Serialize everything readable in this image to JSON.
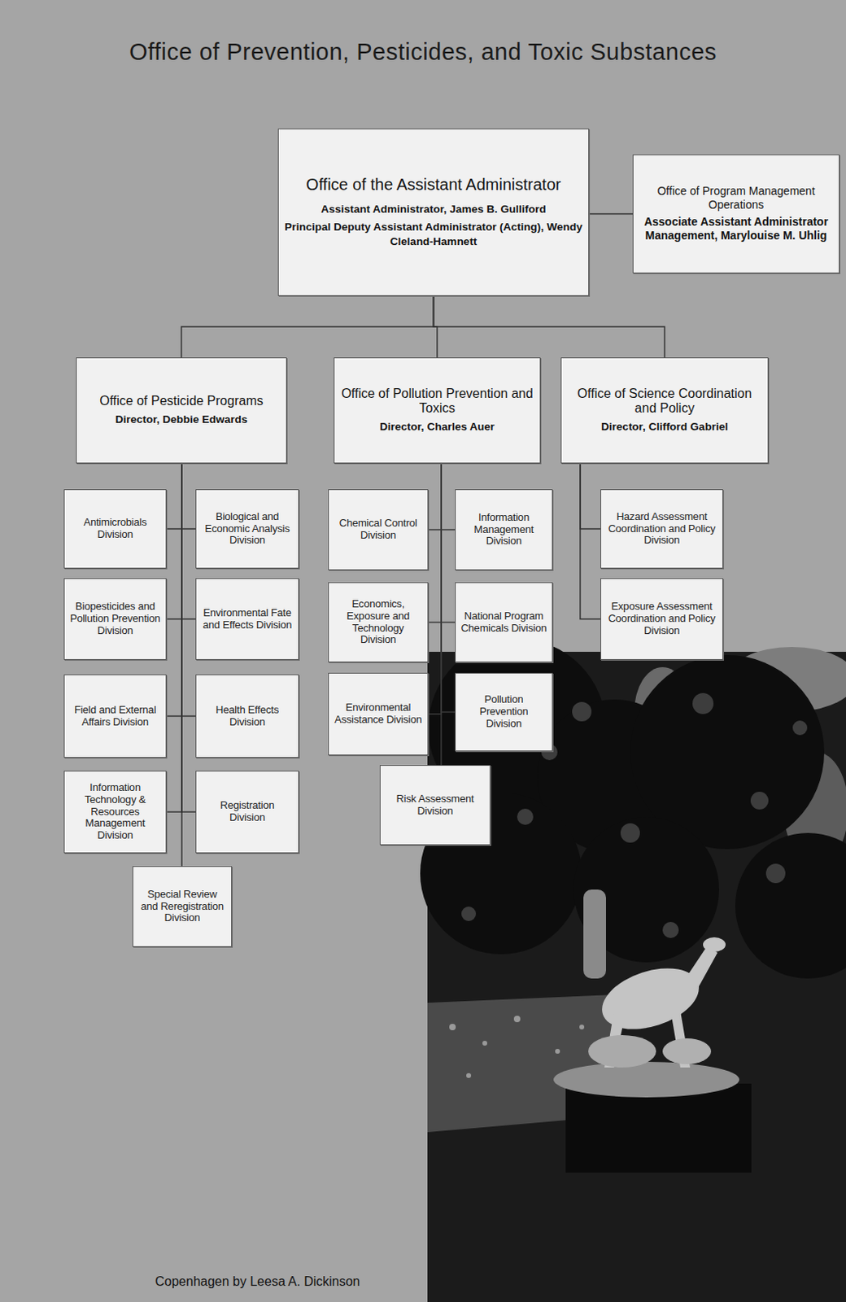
{
  "diagram": {
    "title": "Office of Prevention, Pesticides, and Toxic Substances",
    "caption": "Copenhagen by Leesa A. Dickinson",
    "nodes": [
      {
        "text": [
          "Office of the Assistant Administrator",
          "Assistant Administrator, James B. Gulliford",
          "Principal Deputy Assistant Administrator (Acting), Wendy Cleland-Hamnett"
        ]
      },
      {
        "text": [
          "Office of Program Management Operations",
          "Associate Assistant Administrator Management, Marylouise M. Uhlig"
        ]
      },
      {
        "text": [
          "Office of Pesticide Programs",
          "Director, Debbie Edwards"
        ]
      },
      {
        "text": [
          "Office of Pollution Prevention and Toxics",
          "Director, Charles Auer"
        ]
      },
      {
        "text": [
          "Office of Science Coordination and Policy",
          "Director, Clifford Gabriel"
        ]
      },
      {
        "text": [
          "Antimicrobials Division"
        ]
      },
      {
        "text": [
          "Biological and Economic Analysis Division"
        ]
      },
      {
        "text": [
          "Biopesticides and Pollution Prevention Division"
        ]
      },
      {
        "text": [
          "Environmental Fate and Effects Division"
        ]
      },
      {
        "text": [
          "Field and External Affairs Division"
        ]
      },
      {
        "text": [
          "Health Effects Division"
        ]
      },
      {
        "text": [
          "Information Technology & Resources Management Division"
        ]
      },
      {
        "text": [
          "Registration Division"
        ]
      },
      {
        "text": [
          "Special Review and Reregistration Division"
        ]
      },
      {
        "text": [
          "Chemical Control Division"
        ]
      },
      {
        "text": [
          "Information Management Division"
        ]
      },
      {
        "text": [
          "Economics, Exposure and Technology Division"
        ]
      },
      {
        "text": [
          "National Program Chemicals Division"
        ]
      },
      {
        "text": [
          "Environmental Assistance Division"
        ]
      },
      {
        "text": [
          "Pollution Prevention Division"
        ]
      },
      {
        "text": [
          "Risk Assessment Division"
        ]
      },
      {
        "text": [
          "Hazard Assessment Coordination and Policy Division"
        ]
      },
      {
        "text": [
          "Exposure Assessment Coordination and Policy Division"
        ]
      }
    ],
    "edges": [
      {
        "from": 0,
        "to": 1,
        "arrow": "none"
      },
      {
        "from": 0,
        "to": 2,
        "arrow": "none"
      },
      {
        "from": 0,
        "to": 3,
        "arrow": "none"
      },
      {
        "from": 0,
        "to": 4,
        "arrow": "none"
      },
      {
        "from": 2,
        "to": 5,
        "arrow": "none"
      },
      {
        "from": 2,
        "to": 6,
        "arrow": "none"
      },
      {
        "from": 2,
        "to": 7,
        "arrow": "none"
      },
      {
        "from": 2,
        "to": 8,
        "arrow": "none"
      },
      {
        "from": 2,
        "to": 9,
        "arrow": "none"
      },
      {
        "from": 2,
        "to": 10,
        "arrow": "none"
      },
      {
        "from": 2,
        "to": 11,
        "arrow": "none"
      },
      {
        "from": 2,
        "to": 12,
        "arrow": "none"
      },
      {
        "from": 2,
        "to": 13,
        "arrow": "none"
      },
      {
        "from": 3,
        "to": 14,
        "arrow": "none"
      },
      {
        "from": 3,
        "to": 15,
        "arrow": "none"
      },
      {
        "from": 3,
        "to": 16,
        "arrow": "none"
      },
      {
        "from": 3,
        "to": 17,
        "arrow": "none"
      },
      {
        "from": 3,
        "to": 18,
        "arrow": "none"
      },
      {
        "from": 3,
        "to": 19,
        "arrow": "none"
      },
      {
        "from": 3,
        "to": 20,
        "arrow": "none"
      },
      {
        "from": 4,
        "to": 21,
        "arrow": "none"
      },
      {
        "from": 4,
        "to": 22,
        "arrow": "none"
      }
    ]
  }
}
